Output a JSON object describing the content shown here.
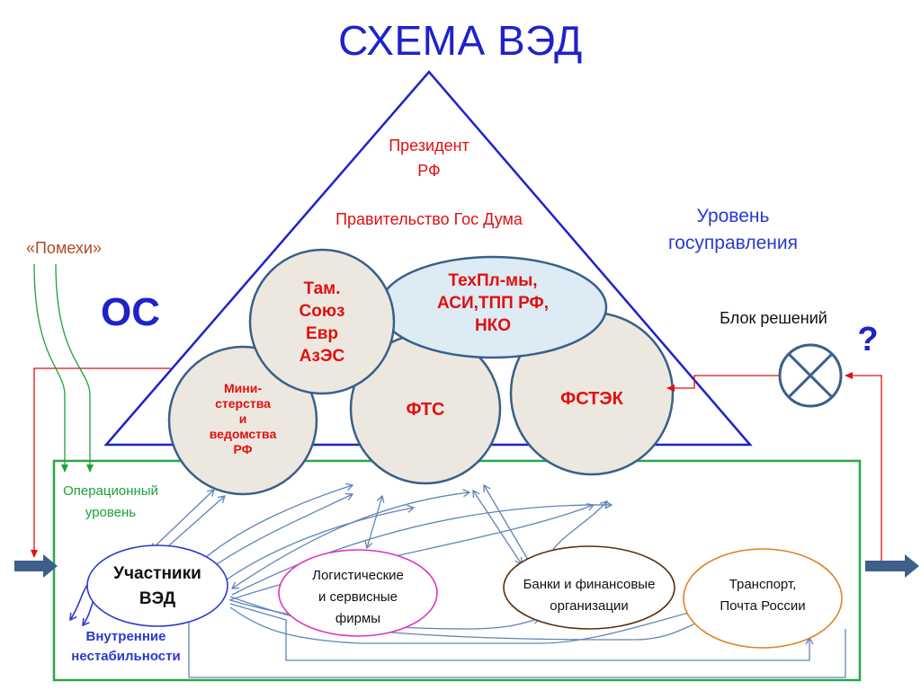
{
  "title": "СХЕМА ВЭД",
  "labels": {
    "president_line1": "Президент",
    "president_line2": "РФ",
    "government": "Правительство Гос Дума",
    "level_gov_line1": "Уровень",
    "level_gov_line2": "госуправления",
    "noise": "«Помехи»",
    "os": "ОС",
    "decision_block": "Блок решений",
    "question": "?",
    "operational_line1": "Операционный",
    "operational_line2": "уровень",
    "internal_line1": "Внутренние",
    "internal_line2": "нестабильности"
  },
  "circles": {
    "tam_line1": "Там.",
    "tam_line2": "Союз",
    "tam_line3": "Евр",
    "tam_line4": "АзЭС",
    "techpl_line1": "ТехПл-мы,",
    "techpl_line2": "АСИ,ТПП РФ,",
    "techpl_line3": "НКО",
    "min_line1": "Мини-",
    "min_line2": "стерства",
    "min_line3": "и",
    "min_line4": "ведомства",
    "min_line5": "РФ",
    "fts": "ФТС",
    "fstek": "ФСТЭК"
  },
  "nodes": {
    "participants_line1": "Участники",
    "participants_line2": "ВЭД",
    "logistics_line1": "Логистические",
    "logistics_line2": "и сервисные",
    "logistics_line3": "фирмы",
    "banks_line1": "Банки и финансовые",
    "banks_line2": "организации",
    "transport_line1": "Транспорт,",
    "transport_line2": "Почта России"
  },
  "colors": {
    "title": "#1f22c8",
    "triangle": "#1f22c8",
    "red_text": "#e01010",
    "circle_fill": "#ece8e0",
    "circle_stroke": "#3a5f8a",
    "techpl_fill": "#dcebf4",
    "green_frame": "#2aa64a",
    "green_text": "#1aa23a",
    "noise_text": "#b04a2a",
    "internal_text": "#2a3ad0",
    "arrow_blue": "#5f85b8",
    "block_arrow": "#3d5f8a",
    "feedback_red": "#e01010"
  }
}
